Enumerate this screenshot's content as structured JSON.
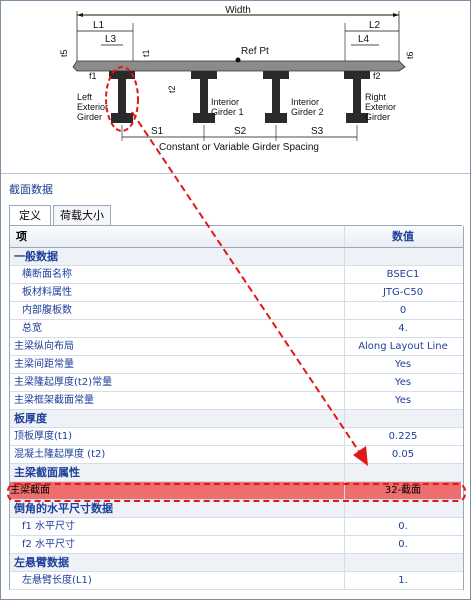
{
  "diagram": {
    "width_label": "Width",
    "l1": "L1",
    "l2": "L2",
    "l3": "L3",
    "l4": "L4",
    "t1": "t1",
    "t2": "t2",
    "t5": "t5",
    "t6": "t6",
    "f1": "f1",
    "f2": "f2",
    "ref_pt": "Ref Pt",
    "left_girder": [
      "Left",
      "Exterior",
      "Girder"
    ],
    "interior1": [
      "Interior",
      "Girder 1"
    ],
    "interior2": [
      "Interior",
      "Girder 2"
    ],
    "right_girder": [
      "Right",
      "Exterior",
      "Girder"
    ],
    "s1": "S1",
    "s2": "S2",
    "s3": "S3",
    "spacing_label": "Constant or Variable Girder Spacing"
  },
  "panel": {
    "title": "截面数据",
    "tabs": [
      "定义",
      "荷载大小"
    ],
    "active_tab": 0
  },
  "grid": {
    "header": {
      "item": "项",
      "value": "数值"
    },
    "rows": [
      {
        "kind": "cat",
        "label": "一般数据",
        "value": ""
      },
      {
        "kind": "sub",
        "label": "横断面名称",
        "value": "BSEC1"
      },
      {
        "kind": "sub",
        "label": "板材料属性",
        "value": "JTG-C50"
      },
      {
        "kind": "sub",
        "label": "内部腹板数",
        "value": "0"
      },
      {
        "kind": "sub",
        "label": "总宽",
        "value": "4."
      },
      {
        "kind": "prop",
        "label": "主梁纵向布局",
        "value": "Along Layout Line"
      },
      {
        "kind": "prop",
        "label": "主梁间距常量",
        "value": "Yes"
      },
      {
        "kind": "prop",
        "label": "主梁隆起厚度(t2)常量",
        "value": "Yes"
      },
      {
        "kind": "prop",
        "label": "主梁框架截面常量",
        "value": "Yes"
      },
      {
        "kind": "cat",
        "label": "板厚度",
        "value": ""
      },
      {
        "kind": "prop",
        "label": "顶板厚度(t1)",
        "value": "0.225"
      },
      {
        "kind": "prop",
        "label": "混凝土隆起厚度 (t2)",
        "value": "0.05"
      },
      {
        "kind": "cat",
        "label": "主梁截面属性",
        "value": ""
      },
      {
        "kind": "hl",
        "label": "主梁截面",
        "value": "32-截面"
      },
      {
        "kind": "cat",
        "label": "倒角的水平尺寸数据",
        "value": ""
      },
      {
        "kind": "sub",
        "label": "f1 水平尺寸",
        "value": "0."
      },
      {
        "kind": "sub",
        "label": "f2 水平尺寸",
        "value": "0."
      },
      {
        "kind": "cat",
        "label": "左悬臂数据",
        "value": ""
      },
      {
        "kind": "sub",
        "label": "左悬臂长度(L1)",
        "value": "1."
      }
    ]
  },
  "colors": {
    "highlight": "#ee6e6e",
    "annotation": "#e01818",
    "value_text": "#1e3f9a"
  }
}
